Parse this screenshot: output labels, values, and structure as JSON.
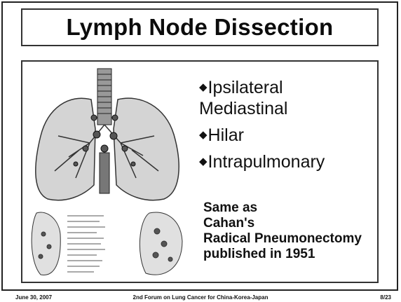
{
  "slide": {
    "title": "Lymph Node Dissection",
    "bullets": [
      "Ipsilateral Mediastinal",
      "Hilar",
      "Intrapulmonary"
    ],
    "note_lines": [
      "Same as",
      "Cahan's",
      "Radical Pneumonectomy",
      "published in 1951"
    ],
    "bullet_icon": "diamond-bullet"
  },
  "footer": {
    "date": "June 30, 2007",
    "event": "2nd Forum on Lung Cancer for China-Korea-Japan",
    "page": "8/23"
  }
}
